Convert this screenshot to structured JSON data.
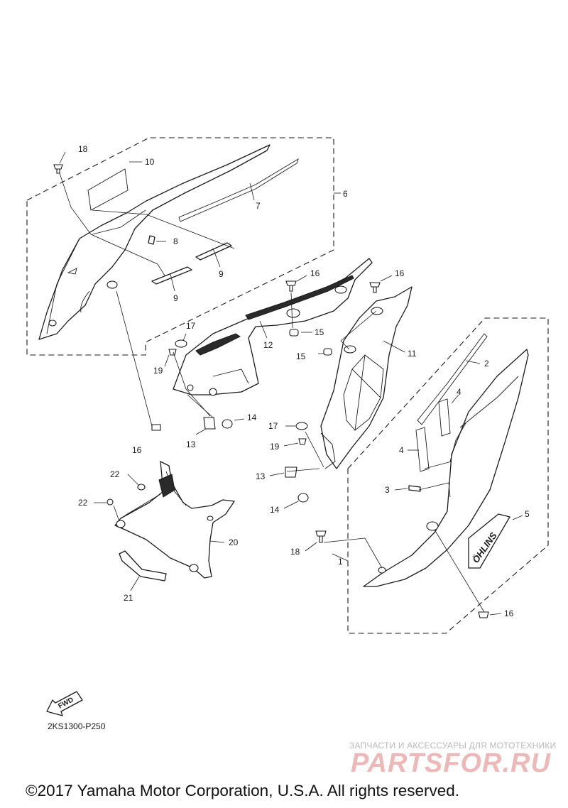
{
  "diagram": {
    "code": "2KS1300-P250",
    "fwd_label": "FWD",
    "emblem_text": "ÖHLINS",
    "callouts": [
      {
        "id": "c18a",
        "label": "18"
      },
      {
        "id": "c10",
        "label": "10"
      },
      {
        "id": "c6",
        "label": "6"
      },
      {
        "id": "c7",
        "label": "7"
      },
      {
        "id": "c8",
        "label": "8"
      },
      {
        "id": "c9a",
        "label": "9"
      },
      {
        "id": "c9b",
        "label": "9"
      },
      {
        "id": "c16a",
        "label": "16"
      },
      {
        "id": "c16b",
        "label": "16"
      },
      {
        "id": "c15a",
        "label": "15"
      },
      {
        "id": "c15b",
        "label": "15"
      },
      {
        "id": "c12",
        "label": "12"
      },
      {
        "id": "c11",
        "label": "11"
      },
      {
        "id": "c17a",
        "label": "17"
      },
      {
        "id": "c19a",
        "label": "19"
      },
      {
        "id": "c14a",
        "label": "14"
      },
      {
        "id": "c13a",
        "label": "13"
      },
      {
        "id": "c16c",
        "label": "16"
      },
      {
        "id": "c2",
        "label": "2"
      },
      {
        "id": "c4a",
        "label": "4"
      },
      {
        "id": "c4b",
        "label": "4"
      },
      {
        "id": "c3",
        "label": "3"
      },
      {
        "id": "c5",
        "label": "5"
      },
      {
        "id": "c17b",
        "label": "17"
      },
      {
        "id": "c19b",
        "label": "19"
      },
      {
        "id": "c13b",
        "label": "13"
      },
      {
        "id": "c14b",
        "label": "14"
      },
      {
        "id": "c22a",
        "label": "22"
      },
      {
        "id": "c22b",
        "label": "22"
      },
      {
        "id": "c20",
        "label": "20"
      },
      {
        "id": "c21",
        "label": "21"
      },
      {
        "id": "c18b",
        "label": "18"
      },
      {
        "id": "c1",
        "label": "1"
      },
      {
        "id": "c16d",
        "label": "16"
      }
    ]
  },
  "watermark": {
    "tagline": "ЗАПЧАСТИ И АКСЕССУАРЫ ДЛЯ МОТОТЕХНИКИ",
    "logo": "PARTSFOR.RU"
  },
  "copyright": "©2017 Yamaha Motor Corporation, U.S.A. All rights reserved."
}
